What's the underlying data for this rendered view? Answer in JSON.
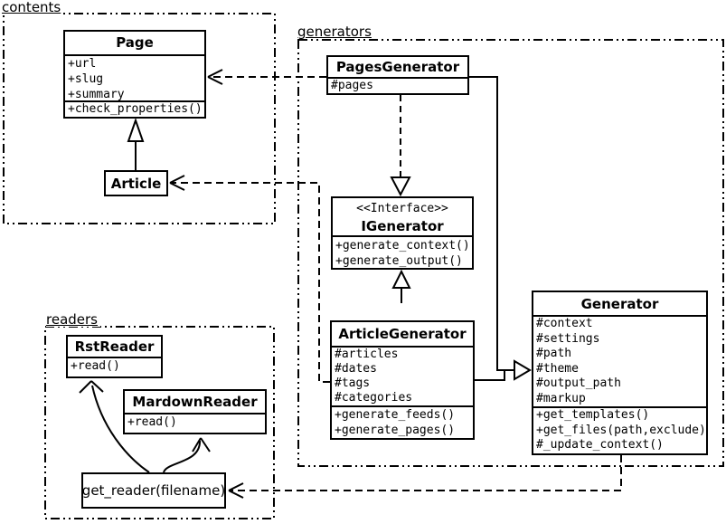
{
  "colors": {
    "line": "#000000",
    "background": "#ffffff"
  },
  "packages": {
    "contents": {
      "label": "contents"
    },
    "generators": {
      "label": "generators"
    },
    "readers": {
      "label": "readers"
    }
  },
  "classes": {
    "page": {
      "name": "Page",
      "attributes": [
        "+url",
        "+slug",
        "+summary"
      ],
      "methods": [
        "+check_properties()"
      ]
    },
    "article": {
      "name": "Article"
    },
    "pages_generator": {
      "name": "PagesGenerator",
      "attributes": [
        "#pages"
      ]
    },
    "igenerator": {
      "stereotype": "<<Interface>>",
      "name": "IGenerator",
      "methods": [
        "+generate_context()",
        "+generate_output()"
      ]
    },
    "article_generator": {
      "name": "ArticleGenerator",
      "attributes": [
        "#articles",
        "#dates",
        "#tags",
        "#categories"
      ],
      "methods": [
        "+generate_feeds()",
        "+generate_pages()"
      ]
    },
    "generator": {
      "name": "Generator",
      "attributes": [
        "#context",
        "#settings",
        "#path",
        "#theme",
        "#output_path",
        "#markup"
      ],
      "methods": [
        "+get_templates()",
        "+get_files(path,exclude)",
        "#_update_context()"
      ]
    },
    "rst_reader": {
      "name": "RstReader",
      "methods": [
        "+read()"
      ]
    },
    "markdown_reader": {
      "name": "MardownReader",
      "methods": [
        "+read()"
      ]
    },
    "get_reader": {
      "label": "get_reader(filename)"
    }
  }
}
